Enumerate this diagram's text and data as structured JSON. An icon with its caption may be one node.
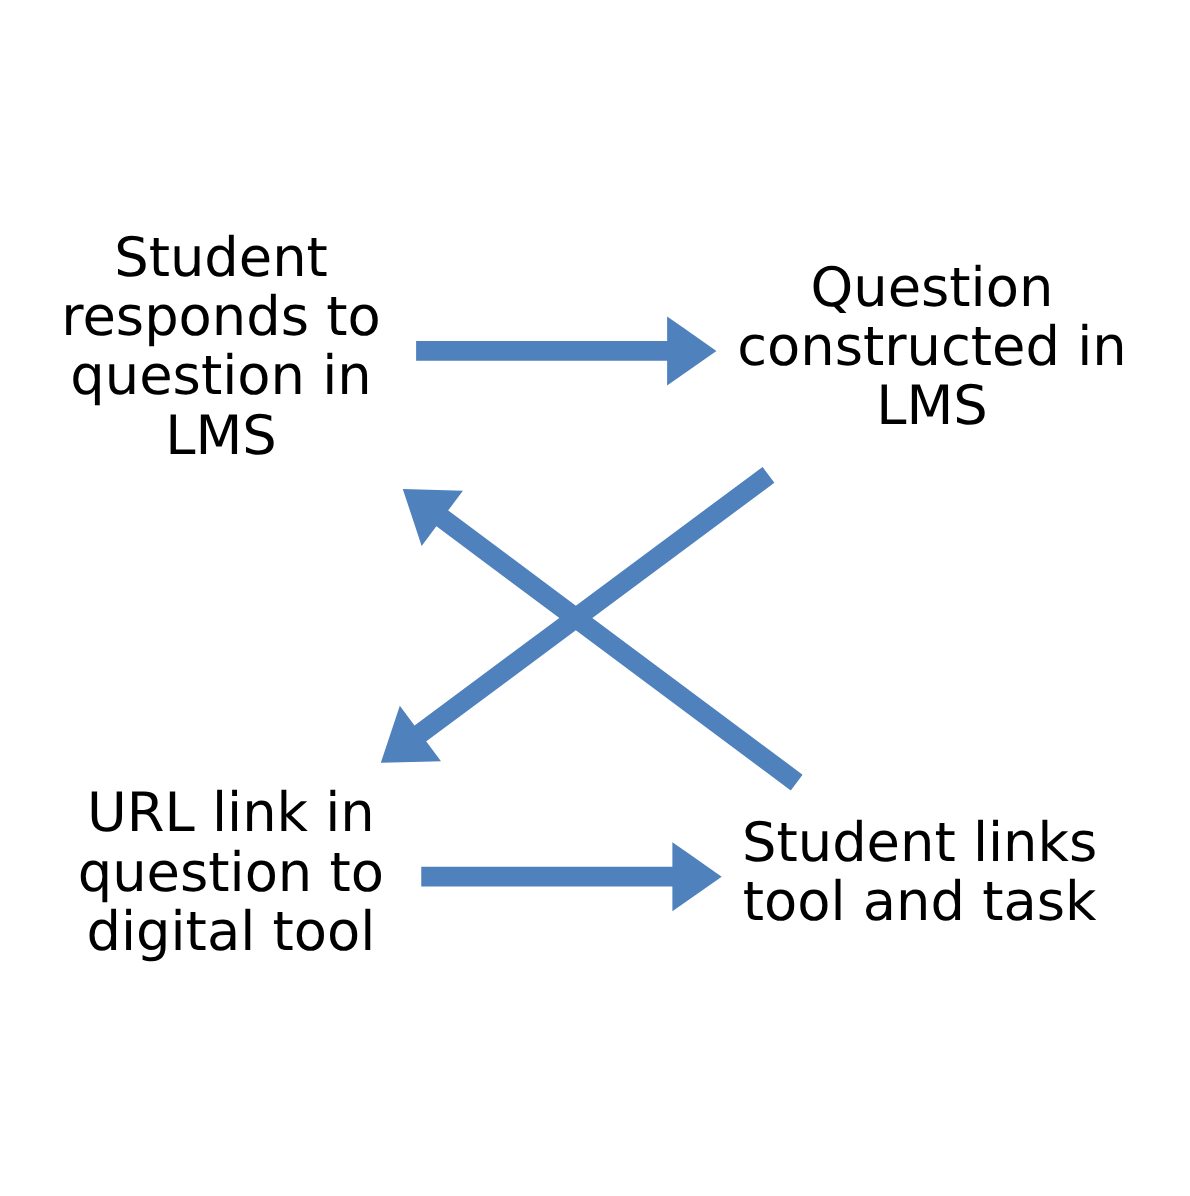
{
  "diagram": {
    "nodes": [
      {
        "text": [
          "Student responds to question in LMS"
        ]
      },
      {
        "text": [
          "Question constructed in LMS"
        ]
      },
      {
        "text": [
          "URL link in question to digital tool"
        ]
      },
      {
        "text": [
          "Student links tool and task"
        ]
      }
    ],
    "edges": [
      {
        "from": 0,
        "to": 1,
        "arrow": "to"
      },
      {
        "from": 1,
        "to": 2,
        "arrow": "to"
      },
      {
        "from": 2,
        "to": 3,
        "arrow": "to"
      },
      {
        "from": 3,
        "to": 0,
        "arrow": "to"
      }
    ]
  }
}
